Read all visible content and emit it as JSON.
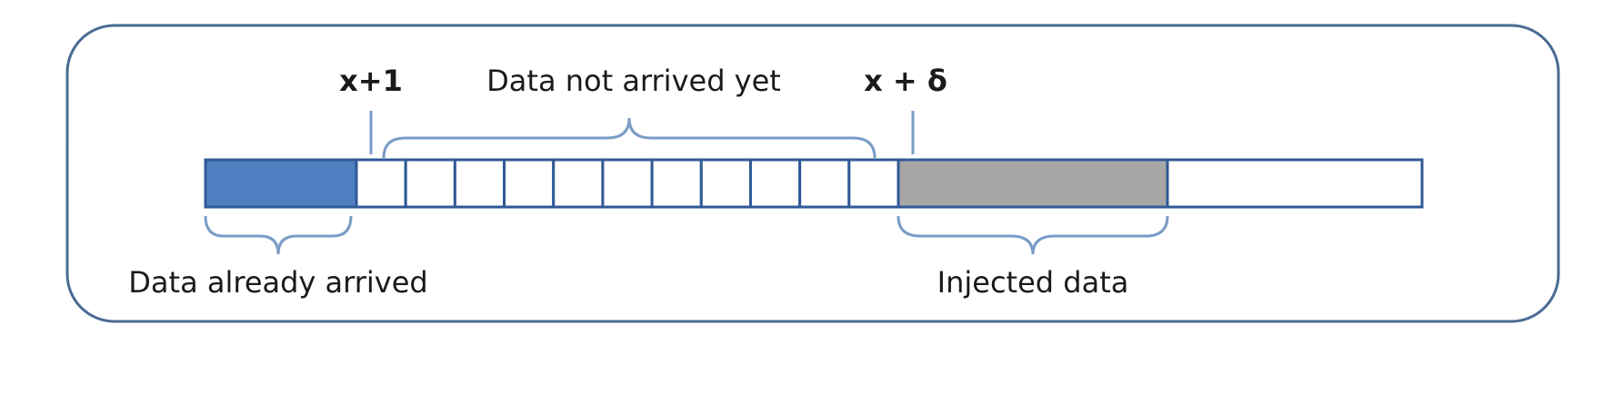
{
  "labels": {
    "start_marker": "x+1",
    "end_marker": "x + δ",
    "not_arrived": "Data not arrived yet",
    "arrived": "Data already arrived",
    "injected": "Injected data"
  },
  "colors": {
    "frame_border": "#4a6b93",
    "arrived_fill": "#4f7fc0",
    "arrived_border": "#2f5a96",
    "injected_fill": "#a6a6a6",
    "cell_fill": "#ffffff",
    "cell_border": "#2f5a96",
    "brace": "#7a9cc6",
    "tick": "#7a9cc6"
  },
  "segments": {
    "arrived_count": 1,
    "not_arrived_cells": 11,
    "injected_count": 1,
    "trailing_empty_count": 1
  }
}
